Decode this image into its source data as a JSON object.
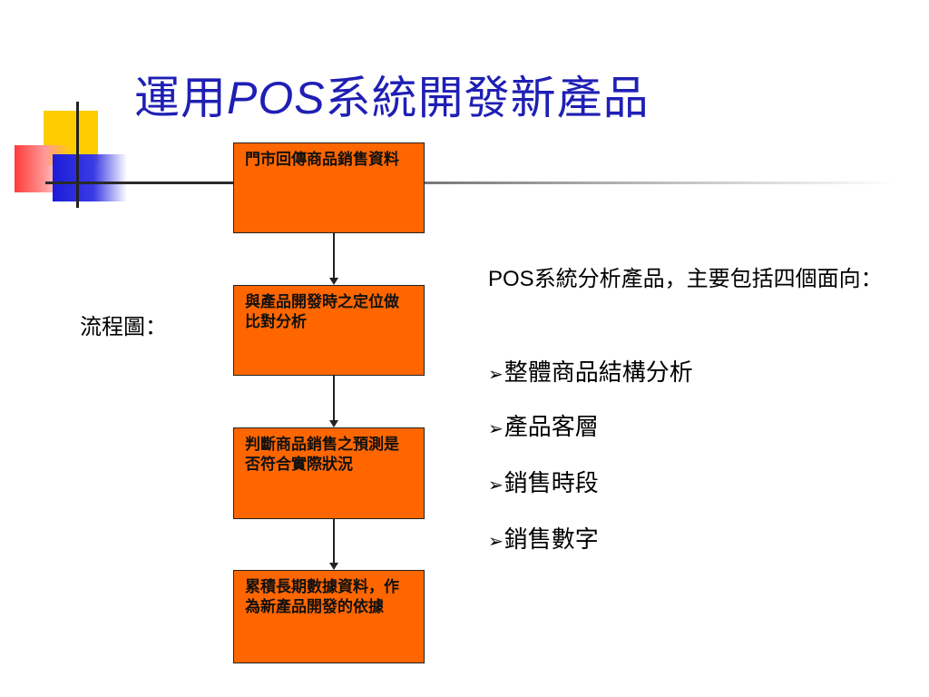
{
  "title": {
    "prefix": "運用",
    "latin": "POS",
    "suffix": "系統開發新產品"
  },
  "flow_label": "流程圖：",
  "flow_steps": [
    "門市回傳商品銷售資料",
    "與產品開發時之定位做比對分析",
    "判斷商品銷售之預測是否符合實際狀況",
    "累積長期數據資料，作為新產品開發的依據"
  ],
  "intro": {
    "latin": "POS",
    "rest": "系統分析產品，主要包括四個面向："
  },
  "bullets": [
    "整體商品結構分析",
    "產品客層",
    "銷售時段",
    "銷售數字"
  ],
  "bullet_marker": "➢",
  "colors": {
    "title": "#1f1fb5",
    "flow_box": "#ff6600",
    "deco_yellow": "#ffcc00",
    "deco_red": "#ff3a3a",
    "deco_blue": "#1c1cd8"
  }
}
